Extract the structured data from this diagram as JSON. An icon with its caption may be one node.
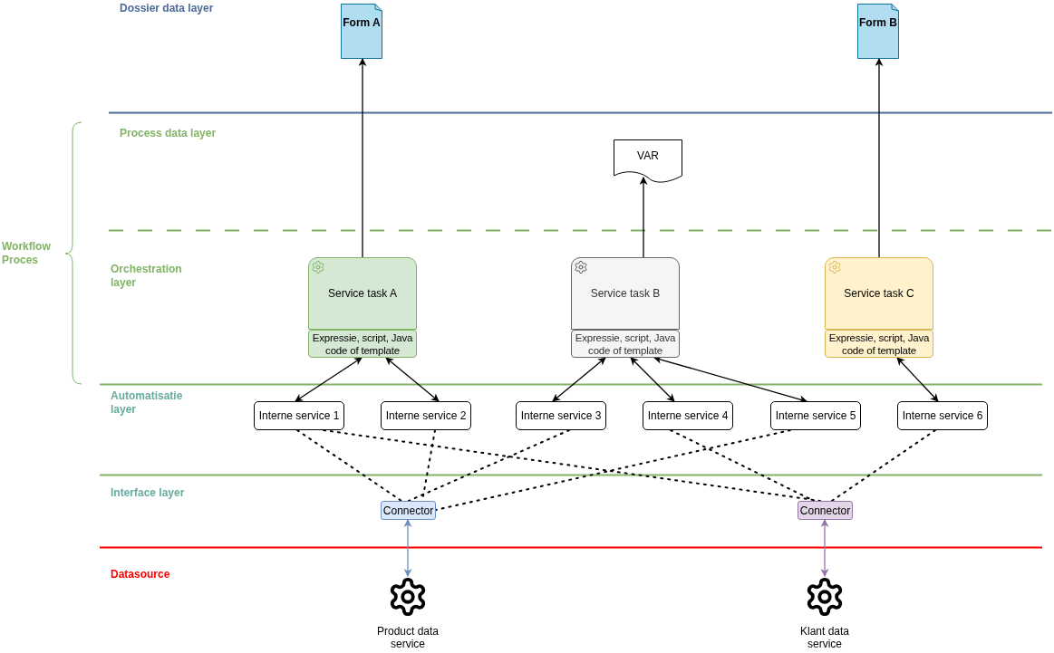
{
  "diagram": {
    "nodes": [
      {
        "text": [
          "Form A"
        ]
      },
      {
        "text": [
          "Form B"
        ]
      },
      {
        "text": [
          "VAR"
        ]
      },
      {
        "text": [
          "Service task A"
        ]
      },
      {
        "text": [
          "Expressie, script, Java code of template"
        ]
      },
      {
        "text": [
          "Service task B"
        ]
      },
      {
        "text": [
          "Expressie, script, Java code of template"
        ]
      },
      {
        "text": [
          "Service task C"
        ]
      },
      {
        "text": [
          "Expressie, script, Java code of template"
        ]
      },
      {
        "text": [
          "Interne service 1"
        ]
      },
      {
        "text": [
          "Interne service 2"
        ]
      },
      {
        "text": [
          "Interne service 3"
        ]
      },
      {
        "text": [
          "Interne service 4"
        ]
      },
      {
        "text": [
          "Interne service 5"
        ]
      },
      {
        "text": [
          "Interne service 6"
        ]
      },
      {
        "text": [
          "Connector"
        ]
      },
      {
        "text": [
          "Connector"
        ]
      },
      {
        "text": [
          "Product data service"
        ]
      },
      {
        "text": [
          "Klant data service"
        ]
      }
    ],
    "edges": [
      {
        "from": 3,
        "to": 0,
        "arrow": "to"
      },
      {
        "from": 5,
        "to": 2,
        "arrow": "to"
      },
      {
        "from": 7,
        "to": 1,
        "arrow": "to"
      },
      {
        "from": 4,
        "to": 9,
        "arrow": "both"
      },
      {
        "from": 4,
        "to": 10,
        "arrow": "both"
      },
      {
        "from": 6,
        "to": 11,
        "arrow": "both"
      },
      {
        "from": 6,
        "to": 12,
        "arrow": "both"
      },
      {
        "from": 6,
        "to": 13,
        "arrow": "both"
      },
      {
        "from": 8,
        "to": 14,
        "arrow": "both"
      },
      {
        "from": 9,
        "to": 15,
        "arrow": "none",
        "style": "dashed"
      },
      {
        "from": 9,
        "to": 16,
        "arrow": "none",
        "style": "dashed"
      },
      {
        "from": 10,
        "to": 15,
        "arrow": "none",
        "style": "dashed"
      },
      {
        "from": 11,
        "to": 15,
        "arrow": "none",
        "style": "dashed"
      },
      {
        "from": 12,
        "to": 16,
        "arrow": "none",
        "style": "dashed"
      },
      {
        "from": 13,
        "to": 15,
        "arrow": "none",
        "style": "dashed"
      },
      {
        "from": 14,
        "to": 16,
        "arrow": "none",
        "style": "dashed"
      },
      {
        "from": 15,
        "to": 17,
        "arrow": "both",
        "color": "#6c8ebf"
      },
      {
        "from": 16,
        "to": 18,
        "arrow": "both",
        "color": "#9673a6"
      }
    ],
    "labels": [
      "Dossier data layer",
      "Process data layer",
      "Workflow Proces",
      "Orchestration layer",
      "Automatisatie layer",
      "Interface layer",
      "Datasource"
    ]
  }
}
